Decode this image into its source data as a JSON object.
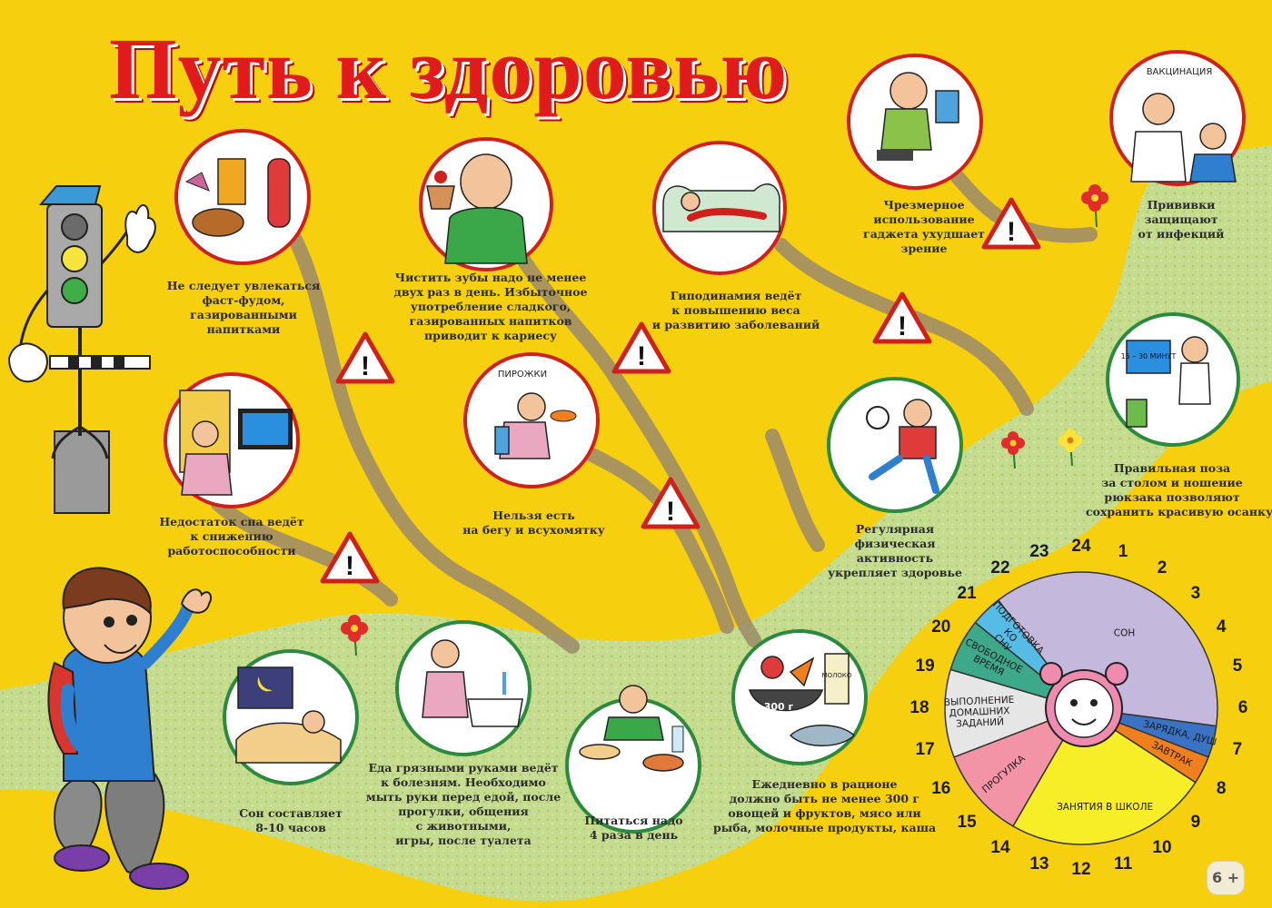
{
  "title": "Путь к здоровью",
  "age_badge": "6 +",
  "illustration_text": {
    "pirozhki_sign": "ПИРОЖКИ",
    "vaccination_sign": "ВАКЦИНАЦИЯ",
    "timer_screen": "15 – 30 МИНУТ",
    "weight_label": "300 г",
    "milk_label": "МОЛОКО"
  },
  "captions": {
    "fastfood": [
      "Не следует увлекаться",
      "фаст-фудом,",
      "газированными",
      "напитками"
    ],
    "teeth": [
      "Чистить зубы надо не менее",
      "двух раз в день. Избыточное",
      "употребление сладкого,",
      "газированных напитков",
      "приводит к кариесу"
    ],
    "hypodynamia": [
      "Гиподинамия ведёт",
      "к повышению веса",
      "и развитию заболеваний"
    ],
    "gadget": [
      "Чрезмерное",
      "использование",
      "гаджета ухудшает",
      "зрение"
    ],
    "vaccine": [
      "Прививки",
      "защищают",
      "от инфекций"
    ],
    "sleep_lack": [
      "Недостаток сна ведёт",
      "к снижению",
      "работоспособности"
    ],
    "run_eat": [
      "Нельзя есть",
      "на бегу и всухомятку"
    ],
    "activity": [
      "Регулярная",
      "физическая",
      "активность",
      "укрепляет здоровье"
    ],
    "posture": [
      "Правильная поза",
      "за столом и ношение",
      "рюкзака позволяют",
      "сохранить красивую осанку"
    ],
    "sleep": [
      "Сон составляет",
      "8-10 часов"
    ],
    "hands": [
      "Еда грязными руками ведёт",
      "к болезням. Необходимо",
      "мыть руки перед едой, после",
      "прогулки, общения",
      "с животными,",
      "игры, после туалета"
    ],
    "meals": [
      "Питаться надо",
      "4 раза в день"
    ],
    "diet": [
      "Ежедневно в рационе",
      "должно быть не менее 300 г",
      "овощей и фруктов, мясо или",
      "рыба, молочные продукты, каша"
    ]
  },
  "daily_routine": {
    "hours": [
      "1",
      "2",
      "3",
      "4",
      "5",
      "6",
      "7",
      "8",
      "9",
      "10",
      "11",
      "12",
      "13",
      "14",
      "15",
      "16",
      "17",
      "18",
      "19",
      "20",
      "21",
      "22",
      "23",
      "24"
    ],
    "segments": [
      {
        "label": "СОН",
        "from": 21.5,
        "to": 6.5,
        "color": "#c5b8dd"
      },
      {
        "label": "ЗАРЯДКА, ДУШ",
        "from": 6.5,
        "to": 7.4,
        "color": "#3a73c4"
      },
      {
        "label": "ЗАВТРАК",
        "from": 7.4,
        "to": 8.2,
        "color": "#f07f1e"
      },
      {
        "label": "ЗАНЯТИЯ В ШКОЛЕ",
        "from": 8.2,
        "to": 14.0,
        "color": "#f7ee28"
      },
      {
        "label": "ПРОГУЛКА",
        "from": 14.0,
        "to": 16.6,
        "color": "#f293a6"
      },
      {
        "label": "ВЫПОЛНЕНИЕ ДОМАШНИХ ЗАДАНИЙ",
        "from": 16.6,
        "to": 19.1,
        "color": "#e6e6e6"
      },
      {
        "label": "СВОБОДНОЕ ВРЕМЯ",
        "from": 19.1,
        "to": 20.6,
        "color": "#3ea88a"
      },
      {
        "label": "ПОДГОТОВКА КО СНУ",
        "from": 20.6,
        "to": 21.5,
        "color": "#57bce5"
      }
    ]
  }
}
